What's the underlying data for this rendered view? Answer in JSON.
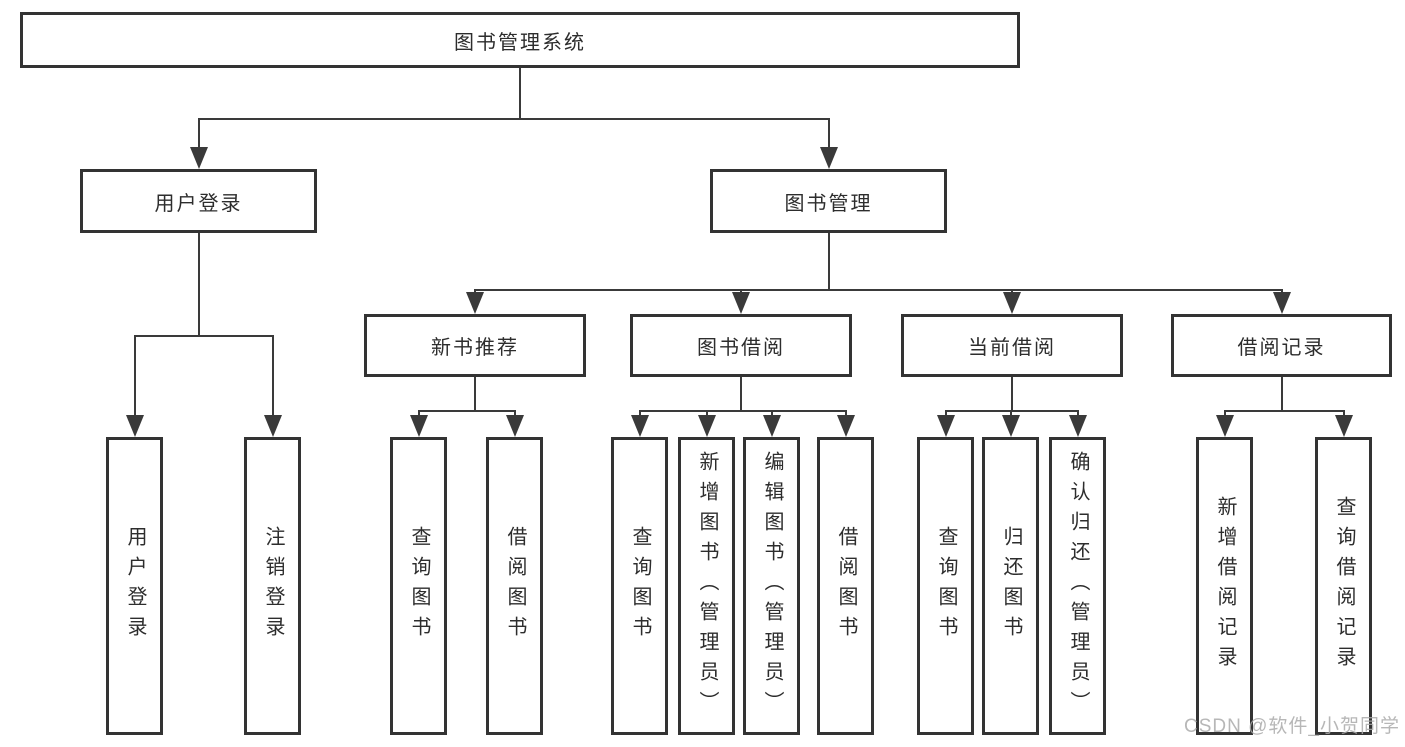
{
  "nodes": {
    "root": {
      "label": "图书管理系统"
    },
    "user_login": {
      "label": "用户登录"
    },
    "book_mgmt": {
      "label": "图书管理"
    },
    "new_book_rec": {
      "label": "新书推荐"
    },
    "book_borrow": {
      "label": "图书借阅"
    },
    "current_borrow": {
      "label": "当前借阅"
    },
    "borrow_record": {
      "label": "借阅记录"
    },
    "leaf_user_login": {
      "label": "用户登录"
    },
    "leaf_logout": {
      "label": "注销登录"
    },
    "leaf_query_book_1": {
      "label": "查询图书"
    },
    "leaf_borrow_book_1": {
      "label": "借阅图书"
    },
    "leaf_query_book_2": {
      "label": "查询图书"
    },
    "leaf_add_book": {
      "label": "新增图书（管理员）"
    },
    "leaf_edit_book": {
      "label": "编辑图书（管理员）"
    },
    "leaf_borrow_book_2": {
      "label": "借阅图书"
    },
    "leaf_query_book_3": {
      "label": "查询图书"
    },
    "leaf_return_book": {
      "label": "归还图书"
    },
    "leaf_confirm_return": {
      "label": "确认归还（管理员）"
    },
    "leaf_add_record": {
      "label": "新增借阅记录"
    },
    "leaf_query_record": {
      "label": "查询借阅记录"
    }
  },
  "tree": {
    "label": "图书管理系统",
    "children": [
      {
        "label": "用户登录",
        "children": [
          {
            "label": "用户登录"
          },
          {
            "label": "注销登录"
          }
        ]
      },
      {
        "label": "图书管理",
        "children": [
          {
            "label": "新书推荐",
            "children": [
              {
                "label": "查询图书"
              },
              {
                "label": "借阅图书"
              }
            ]
          },
          {
            "label": "图书借阅",
            "children": [
              {
                "label": "查询图书"
              },
              {
                "label": "新增图书（管理员）"
              },
              {
                "label": "编辑图书（管理员）"
              },
              {
                "label": "借阅图书"
              }
            ]
          },
          {
            "label": "当前借阅",
            "children": [
              {
                "label": "查询图书"
              },
              {
                "label": "归还图书"
              },
              {
                "label": "确认归还（管理员）"
              }
            ]
          },
          {
            "label": "借阅记录",
            "children": [
              {
                "label": "新增借阅记录"
              },
              {
                "label": "查询借阅记录"
              }
            ]
          }
        ]
      }
    ]
  },
  "watermark": "CSDN @软件_小贺同学",
  "colors": {
    "line": "#3a3a3a",
    "box_border": "#333333",
    "text": "#2d2d2d",
    "watermark": "#ababab",
    "background": "#ffffff"
  }
}
